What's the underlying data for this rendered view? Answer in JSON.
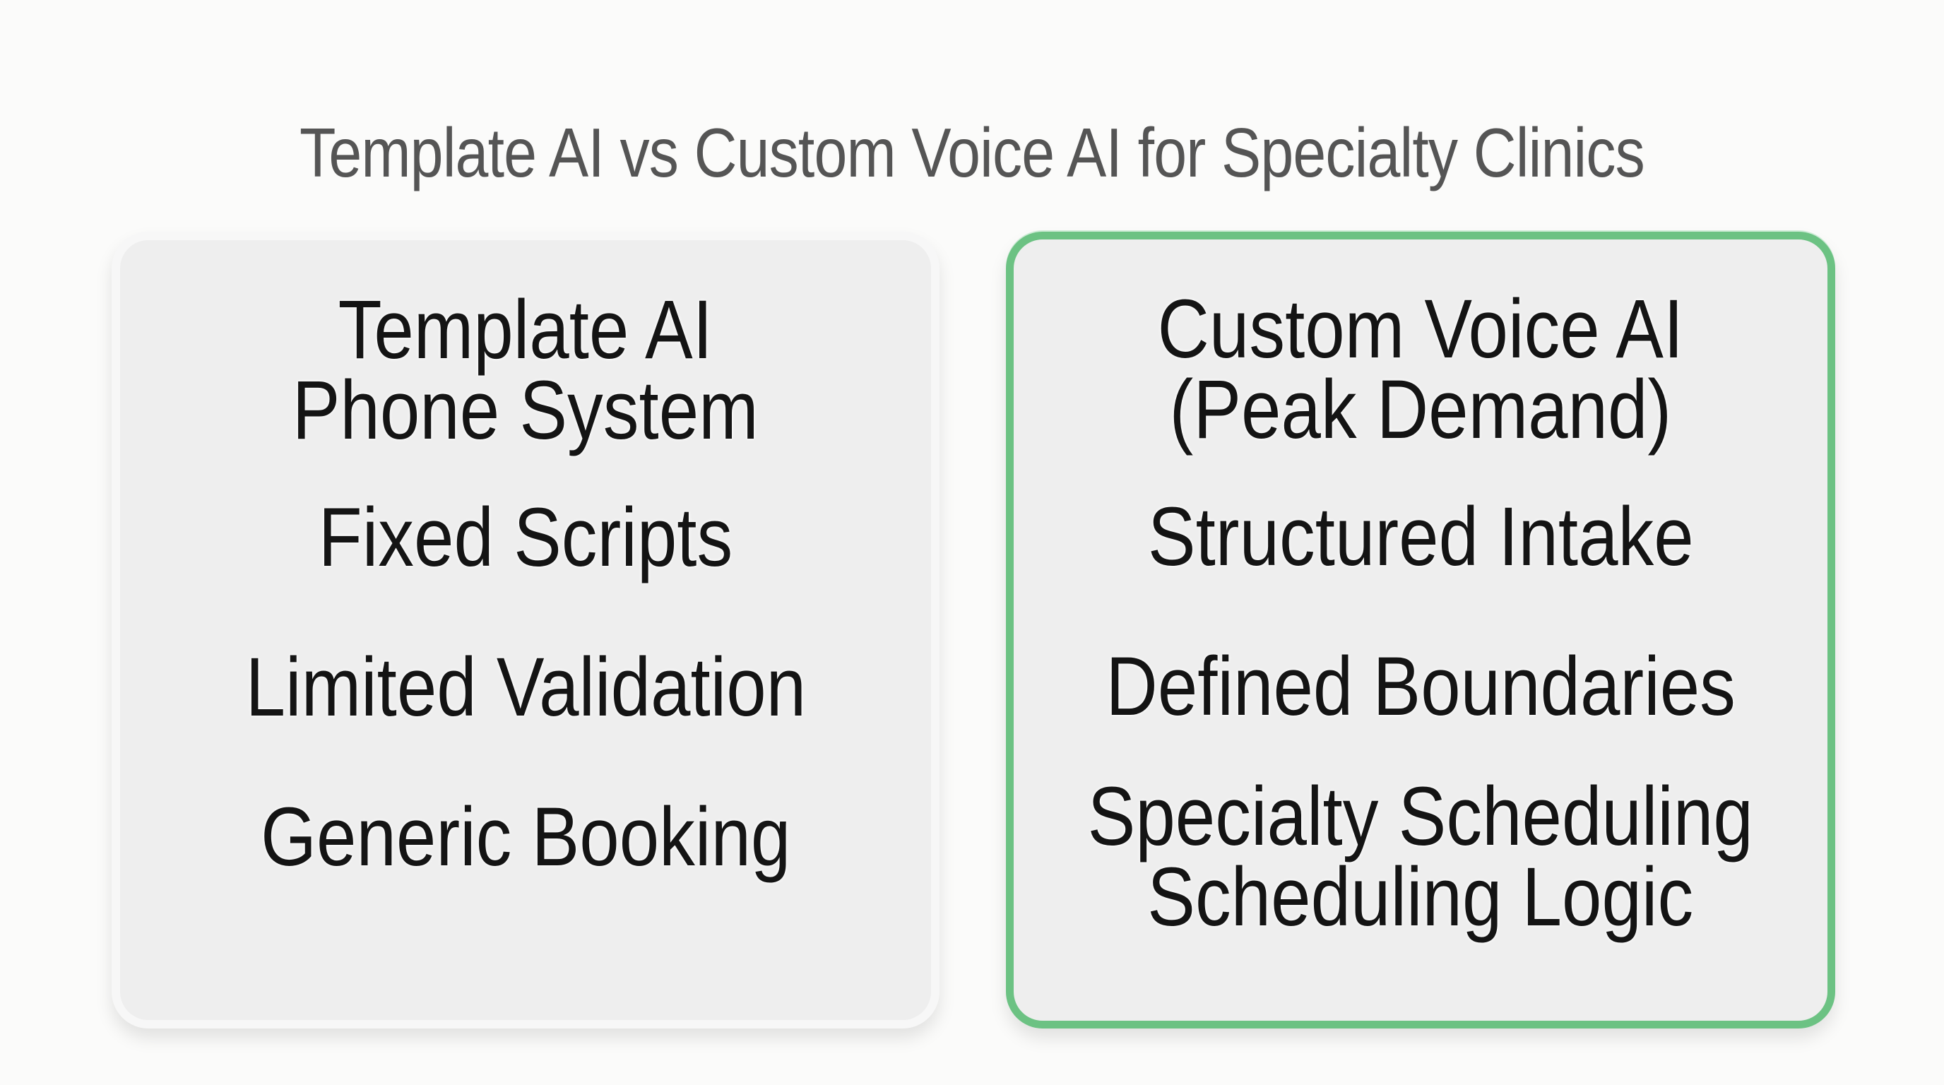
{
  "title": "Template AI vs Custom Voice AI for Specialty Clinics",
  "colors": {
    "background": "#fbfbfa",
    "card_fill": "#eeeeee",
    "left_border": "#f7f7f7",
    "right_border_accent": "#6cc283",
    "title_text": "#555555",
    "item_text": "#141414"
  },
  "left_card": {
    "heading_line1": "Template AI",
    "heading_line2": "Phone System",
    "items": [
      "Fixed Scripts",
      "Limited Validation",
      "Generic Booking"
    ]
  },
  "right_card": {
    "heading_line1": "Custom Voice AI",
    "heading_line2": "(Peak Demand)",
    "items": [
      "Structured Intake",
      "Defined Boundaries"
    ],
    "last_item_line1": "Specialty Scheduling",
    "last_item_line2": "Scheduling Logic"
  }
}
